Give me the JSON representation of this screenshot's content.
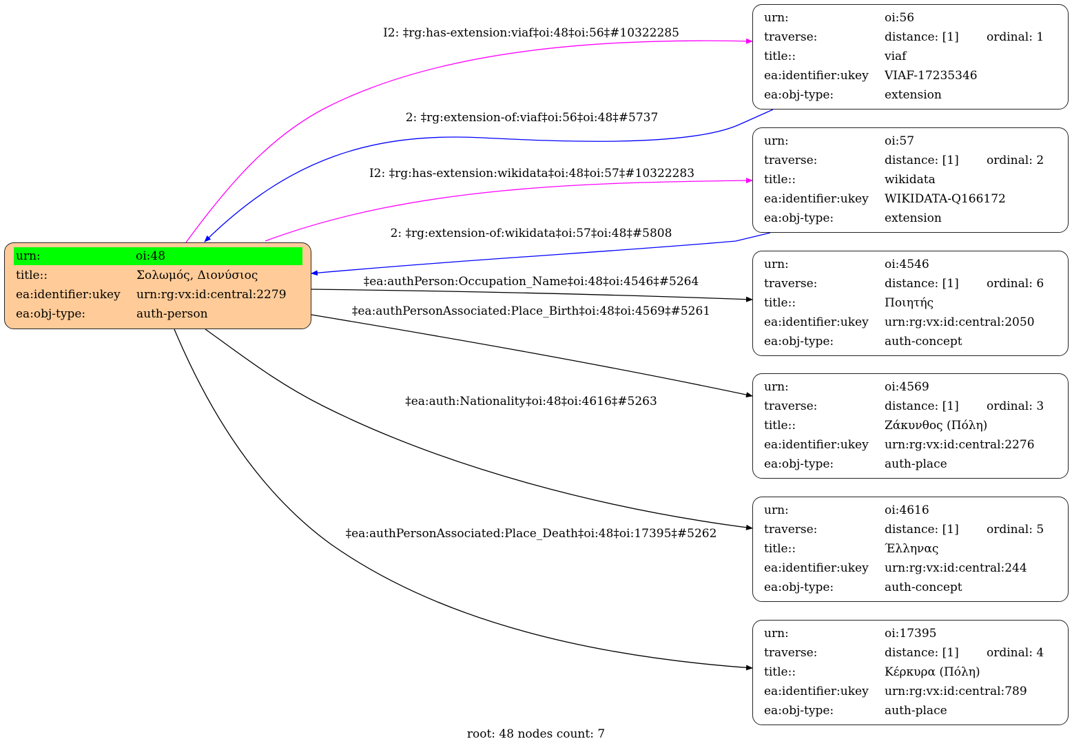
{
  "graph": {
    "root_node": {
      "id": "oi:48",
      "rows": [
        {
          "key": "urn:",
          "value": "oi:48",
          "highlight": true
        },
        {
          "key": "title::",
          "value": "Σολωμός, Διονύσιος"
        },
        {
          "key": "ea:identifier:ukey",
          "value": "urn:rg:vx:id:central:2279"
        },
        {
          "key": "ea:obj-type:",
          "value": "auth-person"
        }
      ]
    },
    "nodes": [
      {
        "urn_key": "urn:",
        "urn": "oi:56",
        "traverse_key": "traverse:",
        "distance": "distance: [1]",
        "ordinal": "ordinal: 1",
        "title_key": "title::",
        "title": "viaf",
        "ukey_key": "ea:identifier:ukey",
        "ukey": "VIAF-17235346",
        "type_key": "ea:obj-type:",
        "type": "extension"
      },
      {
        "urn_key": "urn:",
        "urn": "oi:57",
        "traverse_key": "traverse:",
        "distance": "distance: [1]",
        "ordinal": "ordinal: 2",
        "title_key": "title::",
        "title": "wikidata",
        "ukey_key": "ea:identifier:ukey",
        "ukey": "WIKIDATA-Q166172",
        "type_key": "ea:obj-type:",
        "type": "extension"
      },
      {
        "urn_key": "urn:",
        "urn": "oi:4546",
        "traverse_key": "traverse:",
        "distance": "distance: [1]",
        "ordinal": "ordinal: 6",
        "title_key": "title::",
        "title": "Ποιητής",
        "ukey_key": "ea:identifier:ukey",
        "ukey": "urn:rg:vx:id:central:2050",
        "type_key": "ea:obj-type:",
        "type": "auth-concept"
      },
      {
        "urn_key": "urn:",
        "urn": "oi:4569",
        "traverse_key": "traverse:",
        "distance": "distance: [1]",
        "ordinal": "ordinal: 3",
        "title_key": "title::",
        "title": "Ζάκυνθος (Πόλη)",
        "ukey_key": "ea:identifier:ukey",
        "ukey": "urn:rg:vx:id:central:2276",
        "type_key": "ea:obj-type:",
        "type": "auth-place"
      },
      {
        "urn_key": "urn:",
        "urn": "oi:4616",
        "traverse_key": "traverse:",
        "distance": "distance: [1]",
        "ordinal": "ordinal: 5",
        "title_key": "title::",
        "title": "Έλληνας",
        "ukey_key": "ea:identifier:ukey",
        "ukey": "urn:rg:vx:id:central:244",
        "type_key": "ea:obj-type:",
        "type": "auth-concept"
      },
      {
        "urn_key": "urn:",
        "urn": "oi:17395",
        "traverse_key": "traverse:",
        "distance": "distance: [1]",
        "ordinal": "ordinal: 4",
        "title_key": "title::",
        "title": "Κέρκυρα (Πόλη)",
        "ukey_key": "ea:identifier:ukey",
        "ukey": "urn:rg:vx:id:central:789",
        "type_key": "ea:obj-type:",
        "type": "auth-place"
      }
    ],
    "edges": [
      {
        "label": "I2: ‡rg:has-extension:viaf‡oi:48‡oi:56‡#10322285",
        "from": "oi:48",
        "to": "oi:56",
        "color": "#ff00ff"
      },
      {
        "label": "2: ‡rg:extension-of:viaf‡oi:56‡oi:48‡#5737",
        "from": "oi:56",
        "to": "oi:48",
        "color": "#0000ff"
      },
      {
        "label": "I2: ‡rg:has-extension:wikidata‡oi:48‡oi:57‡#10322283",
        "from": "oi:48",
        "to": "oi:57",
        "color": "#ff00ff"
      },
      {
        "label": "2: ‡rg:extension-of:wikidata‡oi:57‡oi:48‡#5808",
        "from": "oi:57",
        "to": "oi:48",
        "color": "#0000ff"
      },
      {
        "label": "‡ea:authPerson:Occupation_Name‡oi:48‡oi:4546‡#5264",
        "from": "oi:48",
        "to": "oi:4546",
        "color": "#000000"
      },
      {
        "label": "‡ea:authPersonAssociated:Place_Birth‡oi:48‡oi:4569‡#5261",
        "from": "oi:48",
        "to": "oi:4569",
        "color": "#000000"
      },
      {
        "label": "‡ea:auth:Nationality‡oi:48‡oi:4616‡#5263",
        "from": "oi:48",
        "to": "oi:4616",
        "color": "#000000"
      },
      {
        "label": "‡ea:authPersonAssociated:Place_Death‡oi:48‡oi:17395‡#5262",
        "from": "oi:48",
        "to": "oi:17395",
        "color": "#000000"
      }
    ],
    "footer": "root: 48 nodes count: 7"
  }
}
